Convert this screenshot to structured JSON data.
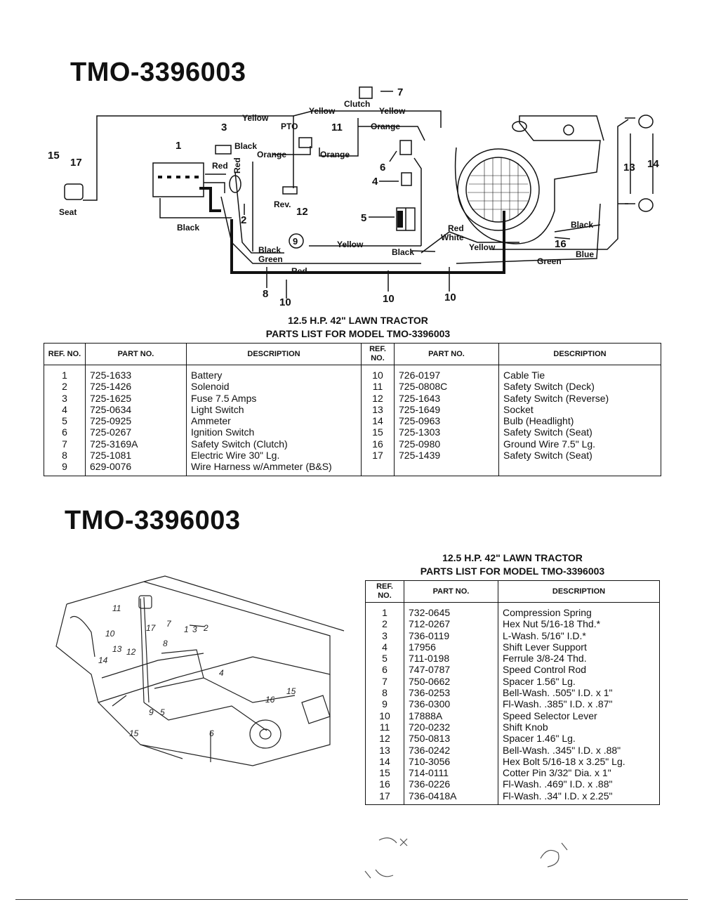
{
  "model_title": "TMO-3396003",
  "wiring": {
    "subtitle_line1": "12.5 H.P. 42\" LAWN TRACTOR",
    "subtitle_line2": "PARTS LIST FOR MODEL TMO-3396003",
    "labels": {
      "seat": "Seat",
      "yellow": "Yellow",
      "clutch": "Clutch",
      "orange": "Orange",
      "black": "Black",
      "red": "Red",
      "pto": "PTO",
      "rev": "Rev.",
      "white": "White",
      "blue": "Blue",
      "green": "Green"
    },
    "callouts": [
      "1",
      "2",
      "3",
      "4",
      "5",
      "6",
      "7",
      "8",
      "9",
      "10",
      "11",
      "12",
      "13",
      "14",
      "15",
      "16",
      "17"
    ],
    "headers": {
      "ref": "REF. NO.",
      "part": "PART NO.",
      "desc": "DESCRIPTION"
    },
    "rows_left": [
      {
        "ref": "1",
        "part": "725-1633",
        "desc": "Battery"
      },
      {
        "ref": "2",
        "part": "725-1426",
        "desc": "Solenoid"
      },
      {
        "ref": "3",
        "part": "725-1625",
        "desc": "Fuse 7.5 Amps"
      },
      {
        "ref": "4",
        "part": "725-0634",
        "desc": "Light Switch"
      },
      {
        "ref": "5",
        "part": "725-0925",
        "desc": "Ammeter"
      },
      {
        "ref": "6",
        "part": "725-0267",
        "desc": "Ignition Switch"
      },
      {
        "ref": "7",
        "part": "725-3169A",
        "desc": "Safety Switch (Clutch)"
      },
      {
        "ref": "8",
        "part": "725-1081",
        "desc": "Electric Wire 30\" Lg."
      },
      {
        "ref": "9",
        "part": "629-0076",
        "desc": "Wire Harness w/Ammeter (B&S)"
      }
    ],
    "rows_right": [
      {
        "ref": "10",
        "part": "726-0197",
        "desc": "Cable Tie"
      },
      {
        "ref": "11",
        "part": "725-0808C",
        "desc": "Safety Switch (Deck)"
      },
      {
        "ref": "12",
        "part": "725-1643",
        "desc": "Safety Switch (Reverse)"
      },
      {
        "ref": "13",
        "part": "725-1649",
        "desc": "Socket"
      },
      {
        "ref": "14",
        "part": "725-0963",
        "desc": "Bulb (Headlight)"
      },
      {
        "ref": "15",
        "part": "725-1303",
        "desc": "Safety Switch (Seat)"
      },
      {
        "ref": "16",
        "part": "725-0980",
        "desc": "Ground Wire 7.5\" Lg."
      },
      {
        "ref": "17",
        "part": "725-1439",
        "desc": "Safety Switch (Seat)"
      }
    ]
  },
  "shift": {
    "subtitle_line1": "12.5 H.P. 42\" LAWN TRACTOR",
    "subtitle_line2": "PARTS LIST FOR MODEL TMO-3396003",
    "callouts": [
      "1",
      "2",
      "3",
      "4",
      "5",
      "6",
      "7",
      "8",
      "9",
      "10",
      "11",
      "12",
      "13",
      "14",
      "15",
      "16",
      "17"
    ],
    "headers": {
      "ref": "REF. NO.",
      "part": "PART NO.",
      "desc": "DESCRIPTION"
    },
    "rows": [
      {
        "ref": "1",
        "part": "732-0645",
        "desc": "Compression Spring"
      },
      {
        "ref": "2",
        "part": "712-0267",
        "desc": "Hex Nut 5/16-18 Thd.*"
      },
      {
        "ref": "3",
        "part": "736-0119",
        "desc": "L-Wash. 5/16\" I.D.*"
      },
      {
        "ref": "4",
        "part": "17956",
        "desc": "Shift Lever Support"
      },
      {
        "ref": "5",
        "part": "711-0198",
        "desc": "Ferrule 3/8-24 Thd."
      },
      {
        "ref": "6",
        "part": "747-0787",
        "desc": "Speed Control Rod"
      },
      {
        "ref": "7",
        "part": "750-0662",
        "desc": "Spacer 1.56\" Lg."
      },
      {
        "ref": "8",
        "part": "736-0253",
        "desc": "Bell-Wash. .505\" I.D. x 1\""
      },
      {
        "ref": "9",
        "part": "736-0300",
        "desc": "Fl-Wash. .385\" I.D. x .87\""
      },
      {
        "ref": "10",
        "part": "17888A",
        "desc": "Speed Selector Lever"
      },
      {
        "ref": "11",
        "part": "720-0232",
        "desc": "Shift Knob"
      },
      {
        "ref": "12",
        "part": "750-0813",
        "desc": "Spacer 1.46\" Lg."
      },
      {
        "ref": "13",
        "part": "736-0242",
        "desc": "Bell-Wash. .345\" I.D. x .88\""
      },
      {
        "ref": "14",
        "part": "710-3056",
        "desc": "Hex Bolt 5/16-18 x 3.25\" Lg."
      },
      {
        "ref": "15",
        "part": "714-0111",
        "desc": "Cotter Pin 3/32\" Dia. x 1\""
      },
      {
        "ref": "16",
        "part": "736-0226",
        "desc": "Fl-Wash. .469\" I.D. x .88\""
      },
      {
        "ref": "17",
        "part": "736-0418A",
        "desc": "Fl-Wash. .34\" I.D. x 2.25\""
      }
    ]
  }
}
